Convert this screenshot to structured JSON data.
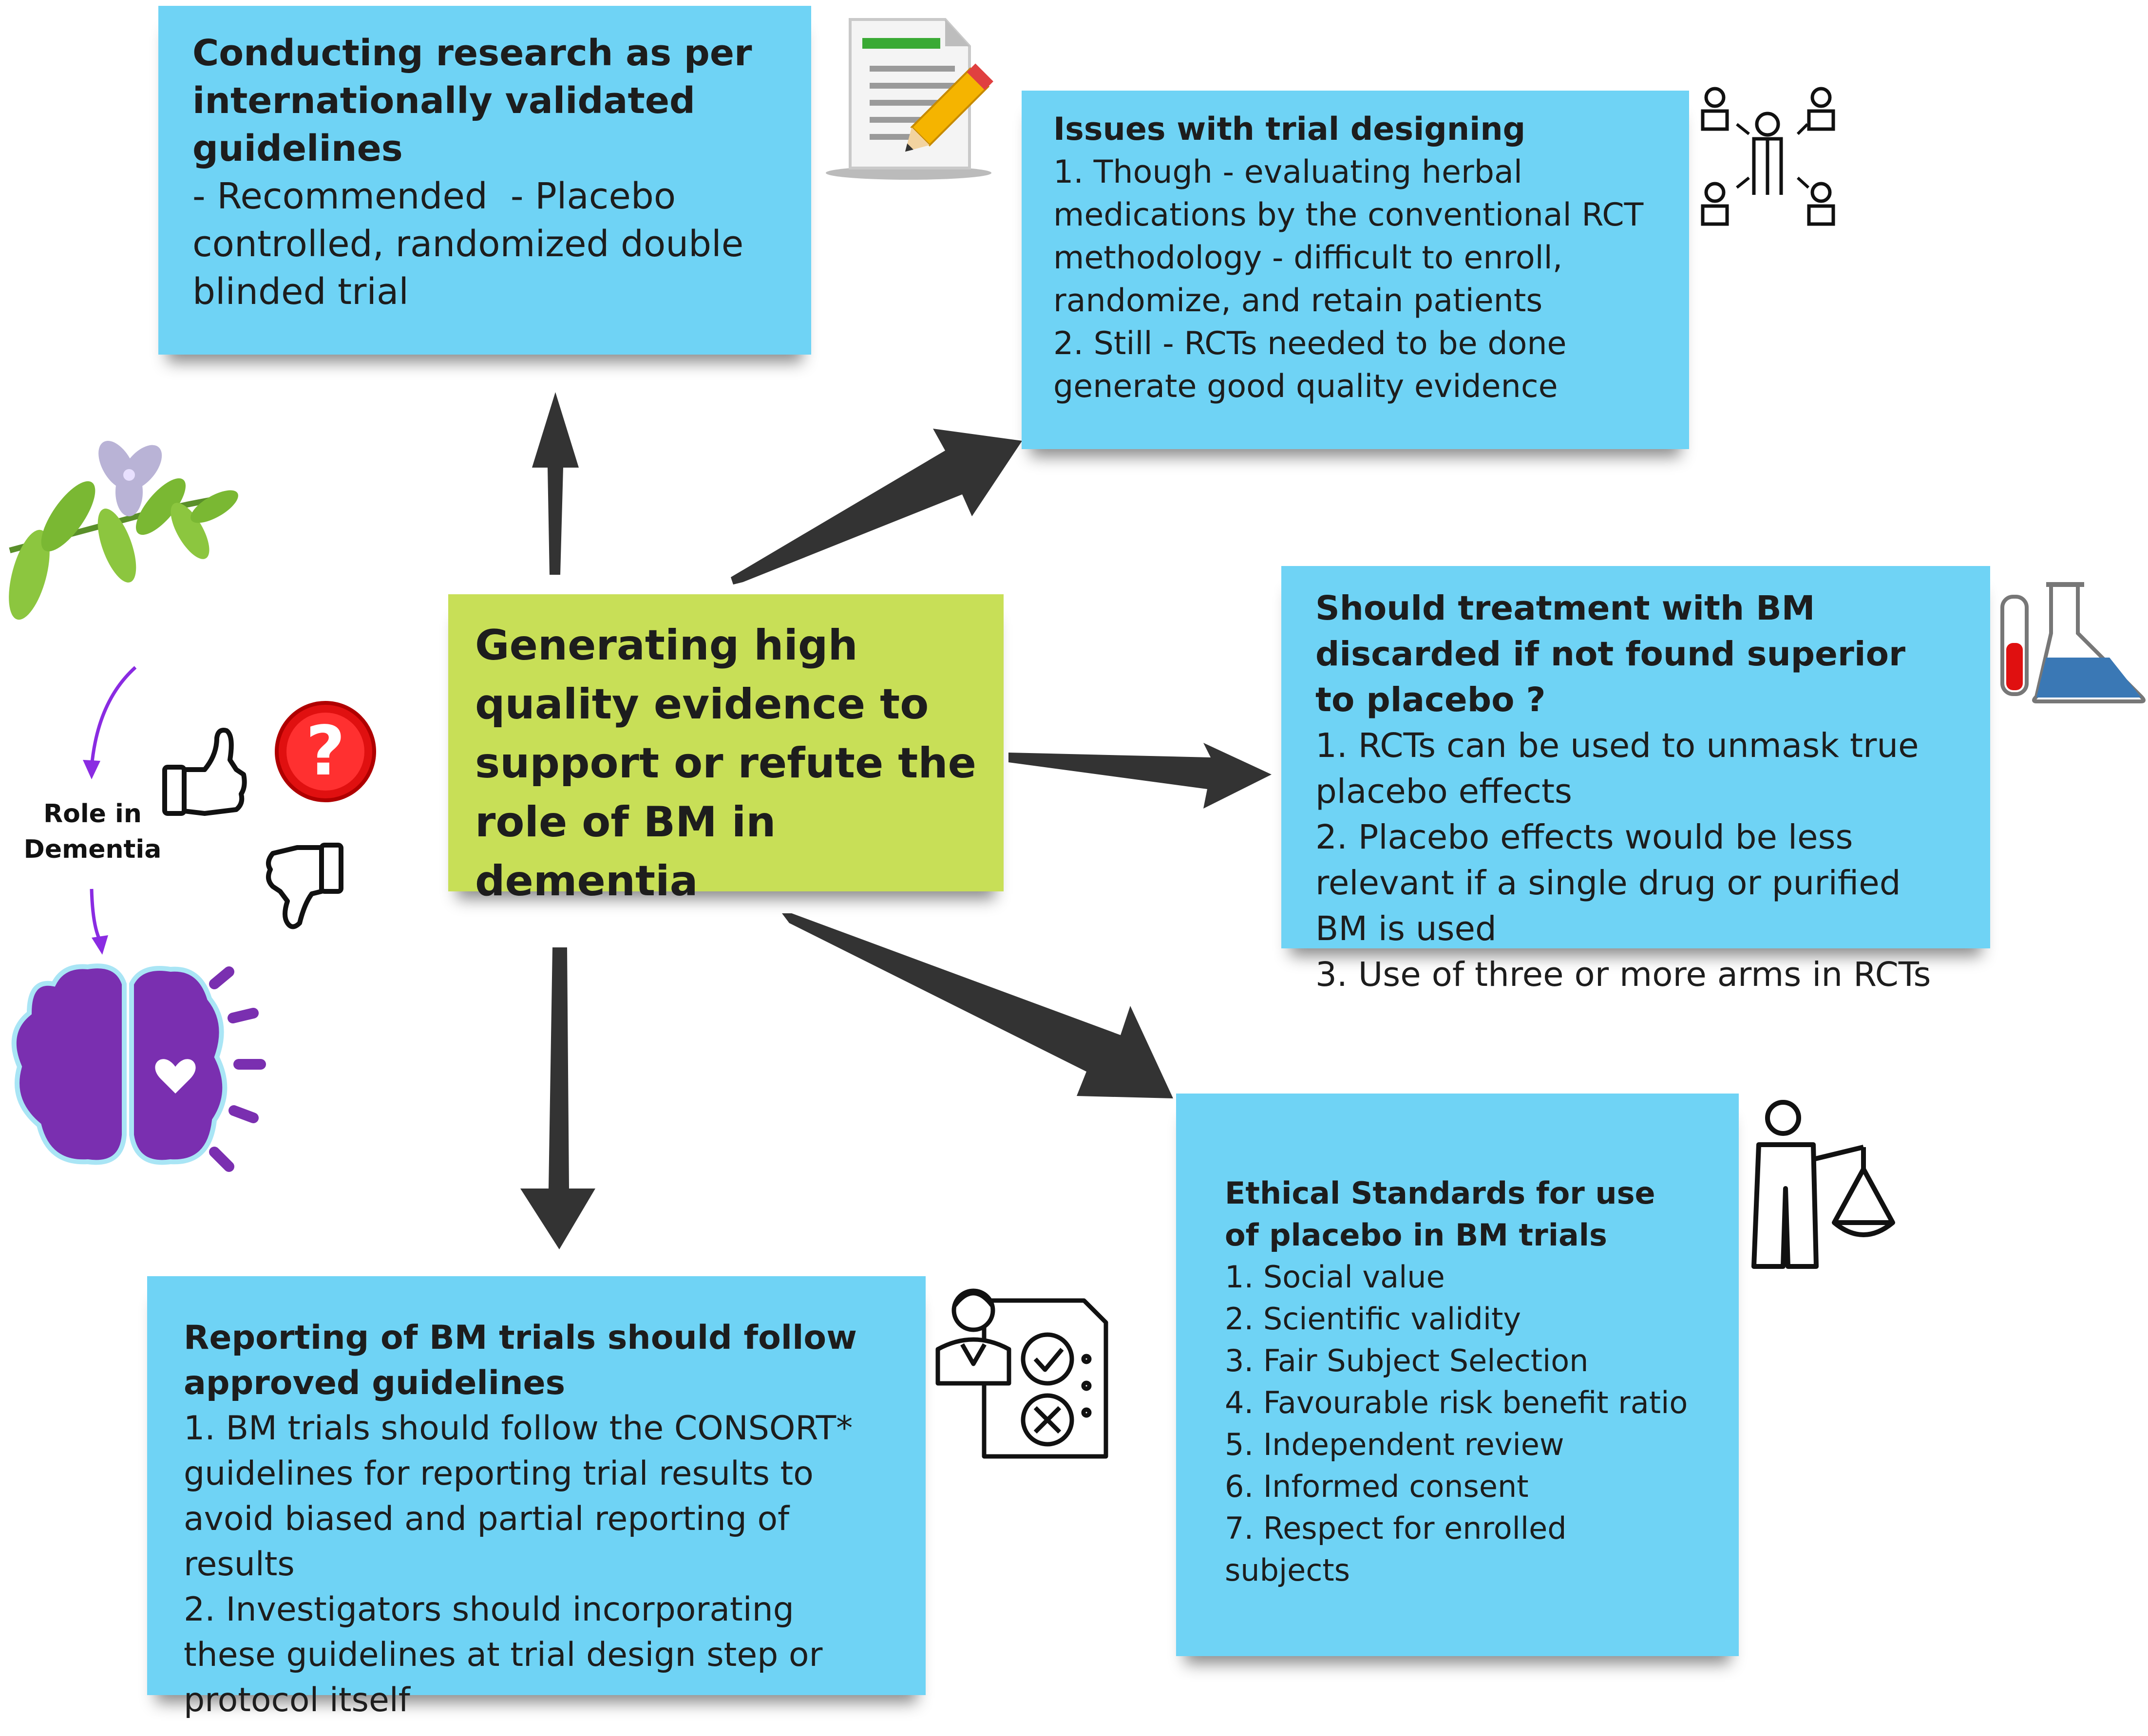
{
  "center": {
    "title": "Generating high quality evidence to support or refute the role of BM in dementia",
    "color": "#c8df57"
  },
  "boxes": {
    "research": {
      "title": "Conducting research as per internationally validated guidelines",
      "lines": [
        "- Recommended  - Placebo controlled, randomized double blinded trial"
      ]
    },
    "issues": {
      "title": "Issues with trial designing",
      "lines": [
        "1. Though - evaluating herbal medications by the conventional RCT methodology - difficult to  enroll, randomize, and retain patients",
        "2. Still - RCTs needed to be done generate good quality evidence"
      ]
    },
    "placebo": {
      "title": "Should treatment with BM discarded if not found superior to placebo ?",
      "lines": [
        "1. RCTs can be used to unmask true placebo effects",
        "2. Placebo effects would be less relevant if a single drug or purified BM is used",
        "3. Use of three or more arms in RCTs"
      ]
    },
    "ethics": {
      "title": "Ethical Standards for use of placebo in BM trials",
      "lines": [
        "1. Social value",
        "2. Scientific validity",
        "3. Fair Subject Selection",
        "4. Favourable risk benefit ratio",
        "5. Independent review",
        "6. Informed consent",
        "7. Respect for enrolled subjects"
      ]
    },
    "report": {
      "title": "Reporting of BM trials should follow approved guidelines",
      "lines": [
        "1. BM trials should follow the CONSORT* guidelines for reporting trial results to avoid biased and partial reporting of results",
        "2. Investigators should incorporating these guidelines at trial design step or protocol itself"
      ]
    }
  },
  "side_label": {
    "line1": "Role in",
    "line2": "Dementia"
  },
  "colors": {
    "box_blue": "#6fd3f5",
    "arrow": "#333333",
    "brain": "#7a2fb0",
    "side_arrow": "#8a2be2",
    "question": "#e01010"
  },
  "icons": [
    "document-pencil-icon",
    "people-network-icon",
    "lab-flask-icon",
    "justice-scale-icon",
    "checklist-doctor-icon",
    "plant-icon",
    "brain-icon",
    "thumbs-up-icon",
    "thumbs-down-icon",
    "question-mark-icon"
  ]
}
